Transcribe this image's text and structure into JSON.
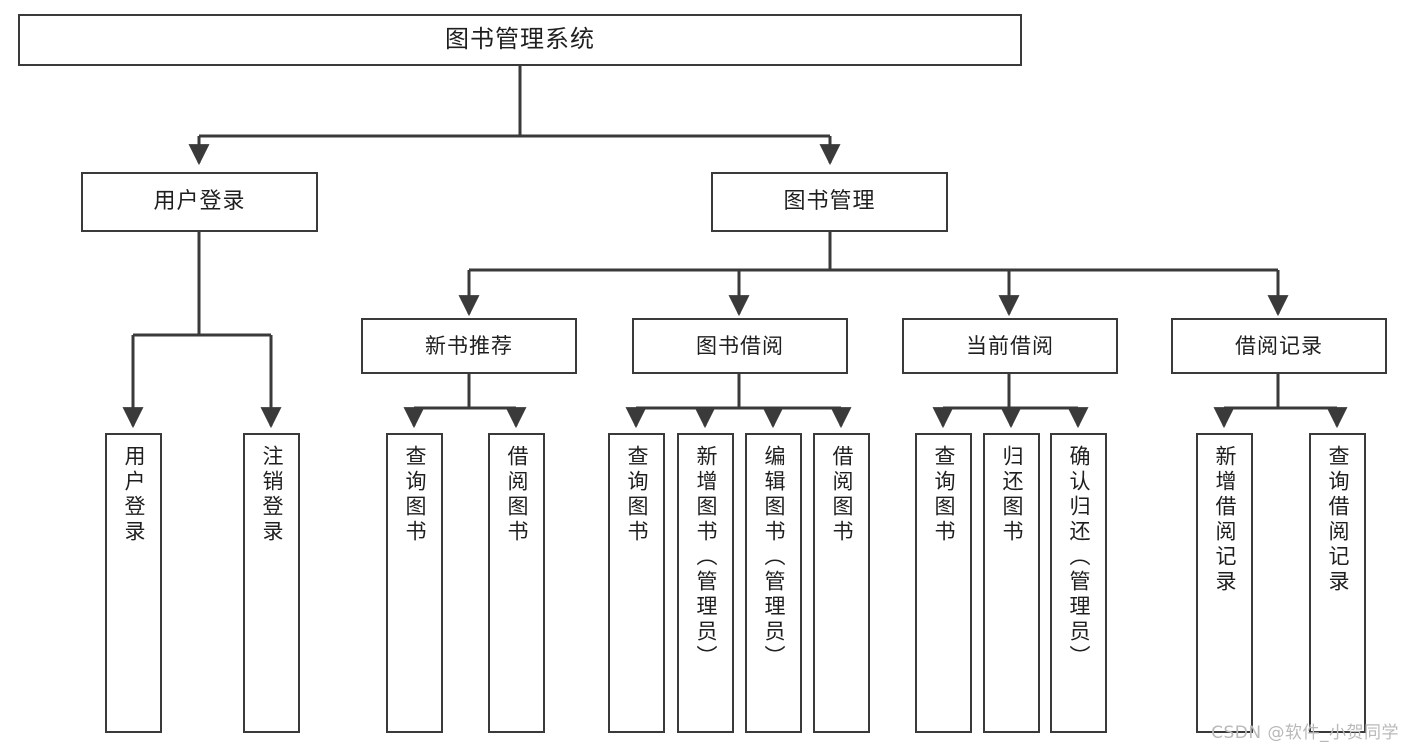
{
  "diagram": {
    "title": "图书管理系统",
    "type": "tree",
    "orientation": "top-down",
    "colors": {
      "box_border": "#3a3a3a",
      "box_fill": "#ffffff",
      "connector": "#3a3a3a",
      "text": "#1f1f1f",
      "watermark": "#b9b9b9"
    },
    "nodes": {
      "root": {
        "label": "图书管理系统",
        "level": 1
      },
      "level2": [
        {
          "id": "user-login",
          "label": "用户登录"
        },
        {
          "id": "book-manage",
          "label": "图书管理"
        }
      ],
      "level3": [
        {
          "id": "new-book-recommend",
          "label": "新书推荐",
          "parent": "book-manage"
        },
        {
          "id": "book-borrow",
          "label": "图书借阅",
          "parent": "book-manage"
        },
        {
          "id": "current-borrow",
          "label": "当前借阅",
          "parent": "book-manage"
        },
        {
          "id": "borrow-record",
          "label": "借阅记录",
          "parent": "book-manage"
        }
      ],
      "leaves": [
        {
          "id": "leaf-user-login",
          "label": "用户登录",
          "parent": "user-login"
        },
        {
          "id": "leaf-user-logout",
          "label": "注销登录",
          "parent": "user-login"
        },
        {
          "id": "leaf-query-book-1",
          "label": "查询图书",
          "parent": "new-book-recommend"
        },
        {
          "id": "leaf-borrow-book-1",
          "label": "借阅图书",
          "parent": "new-book-recommend"
        },
        {
          "id": "leaf-query-book-2",
          "label": "查询图书",
          "parent": "book-borrow"
        },
        {
          "id": "leaf-add-book",
          "label": "新增图书（管理员）",
          "parent": "book-borrow"
        },
        {
          "id": "leaf-edit-book",
          "label": "编辑图书（管理员）",
          "parent": "book-borrow"
        },
        {
          "id": "leaf-borrow-book-2",
          "label": "借阅图书",
          "parent": "book-borrow"
        },
        {
          "id": "leaf-query-book-3",
          "label": "查询图书",
          "parent": "current-borrow"
        },
        {
          "id": "leaf-return-book",
          "label": "归还图书",
          "parent": "current-borrow"
        },
        {
          "id": "leaf-confirm-return",
          "label": "确认归还（管理员）",
          "parent": "current-borrow"
        },
        {
          "id": "leaf-add-record",
          "label": "新增借阅记录",
          "parent": "borrow-record"
        },
        {
          "id": "leaf-query-record",
          "label": "查询借阅记录",
          "parent": "borrow-record"
        }
      ]
    }
  },
  "watermark": {
    "text": "CSDN @软件_小贺同学"
  }
}
